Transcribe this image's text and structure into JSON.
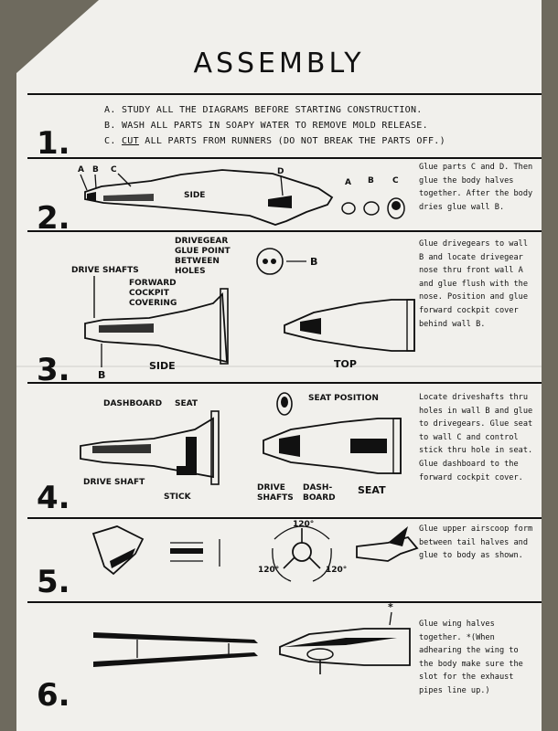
{
  "title": "ASSEMBLY",
  "intro": {
    "line_a": "A. STUDY ALL THE DIAGRAMS BEFORE STARTING CONSTRUCTION.",
    "line_b": "B. WASH ALL PARTS IN SOAPY WATER TO REMOVE MOLD RELEASE.",
    "line_c_prefix": "C. ",
    "line_c_cut": "CUT",
    "line_c_rest": " ALL PARTS FROM RUNNERS (DO NOT BREAK THE PARTS OFF.)"
  },
  "steps": [
    {
      "number": "1.",
      "instruction": ""
    },
    {
      "number": "2.",
      "instruction": "Glue parts C and D. Then glue the body halves together. After the body dries glue wall B.",
      "labels": {
        "a": "A",
        "b": "B",
        "c": "C",
        "d": "D",
        "side": "SIDE"
      }
    },
    {
      "number": "3.",
      "instruction": "Glue drivegears to wall B and locate drivegear nose thru front wall A and glue flush with the nose. Position and glue forward cockpit cover behind wall B.",
      "labels": {
        "drivegear1": "DRIVEGEAR",
        "drivegear2": "GLUE POINT",
        "drivegear3": "BETWEEN",
        "drivegear4": "HOLES",
        "drive_shafts": "DRIVE SHAFTS",
        "fwd1": "FORWARD",
        "fwd2": "COCKPIT",
        "fwd3": "COVERING",
        "b_top": "B",
        "b_bottom": "B",
        "side": "SIDE",
        "top": "TOP"
      }
    },
    {
      "number": "4.",
      "instruction": "Locate driveshafts thru holes in wall B and glue to drivegears. Glue seat to wall C and control stick thru hole in seat. Glue dashboard to the forward cockpit cover.",
      "labels": {
        "dashboard": "DASHBOARD",
        "seat": "SEAT",
        "seat_position": "SEAT POSITION",
        "drive_shaft": "DRIVE SHAFT",
        "stick": "STICK",
        "drive1": "DRIVE",
        "drive2": "SHAFTS",
        "dash1": "DASH-",
        "dash2": "BOARD",
        "seat2": "SEAT"
      }
    },
    {
      "number": "5.",
      "instruction": "Glue upper airscoop form between tail halves and glue to body as shown.",
      "labels": {
        "angle_top": "120°",
        "angle_left": "120°",
        "angle_right": "120°"
      }
    },
    {
      "number": "6.",
      "instruction": "Glue wing halves together. *(When adhearing the wing to the body make sure the slot for the exhaust pipes line up.)",
      "labels": {
        "asterisk": "*"
      }
    }
  ]
}
